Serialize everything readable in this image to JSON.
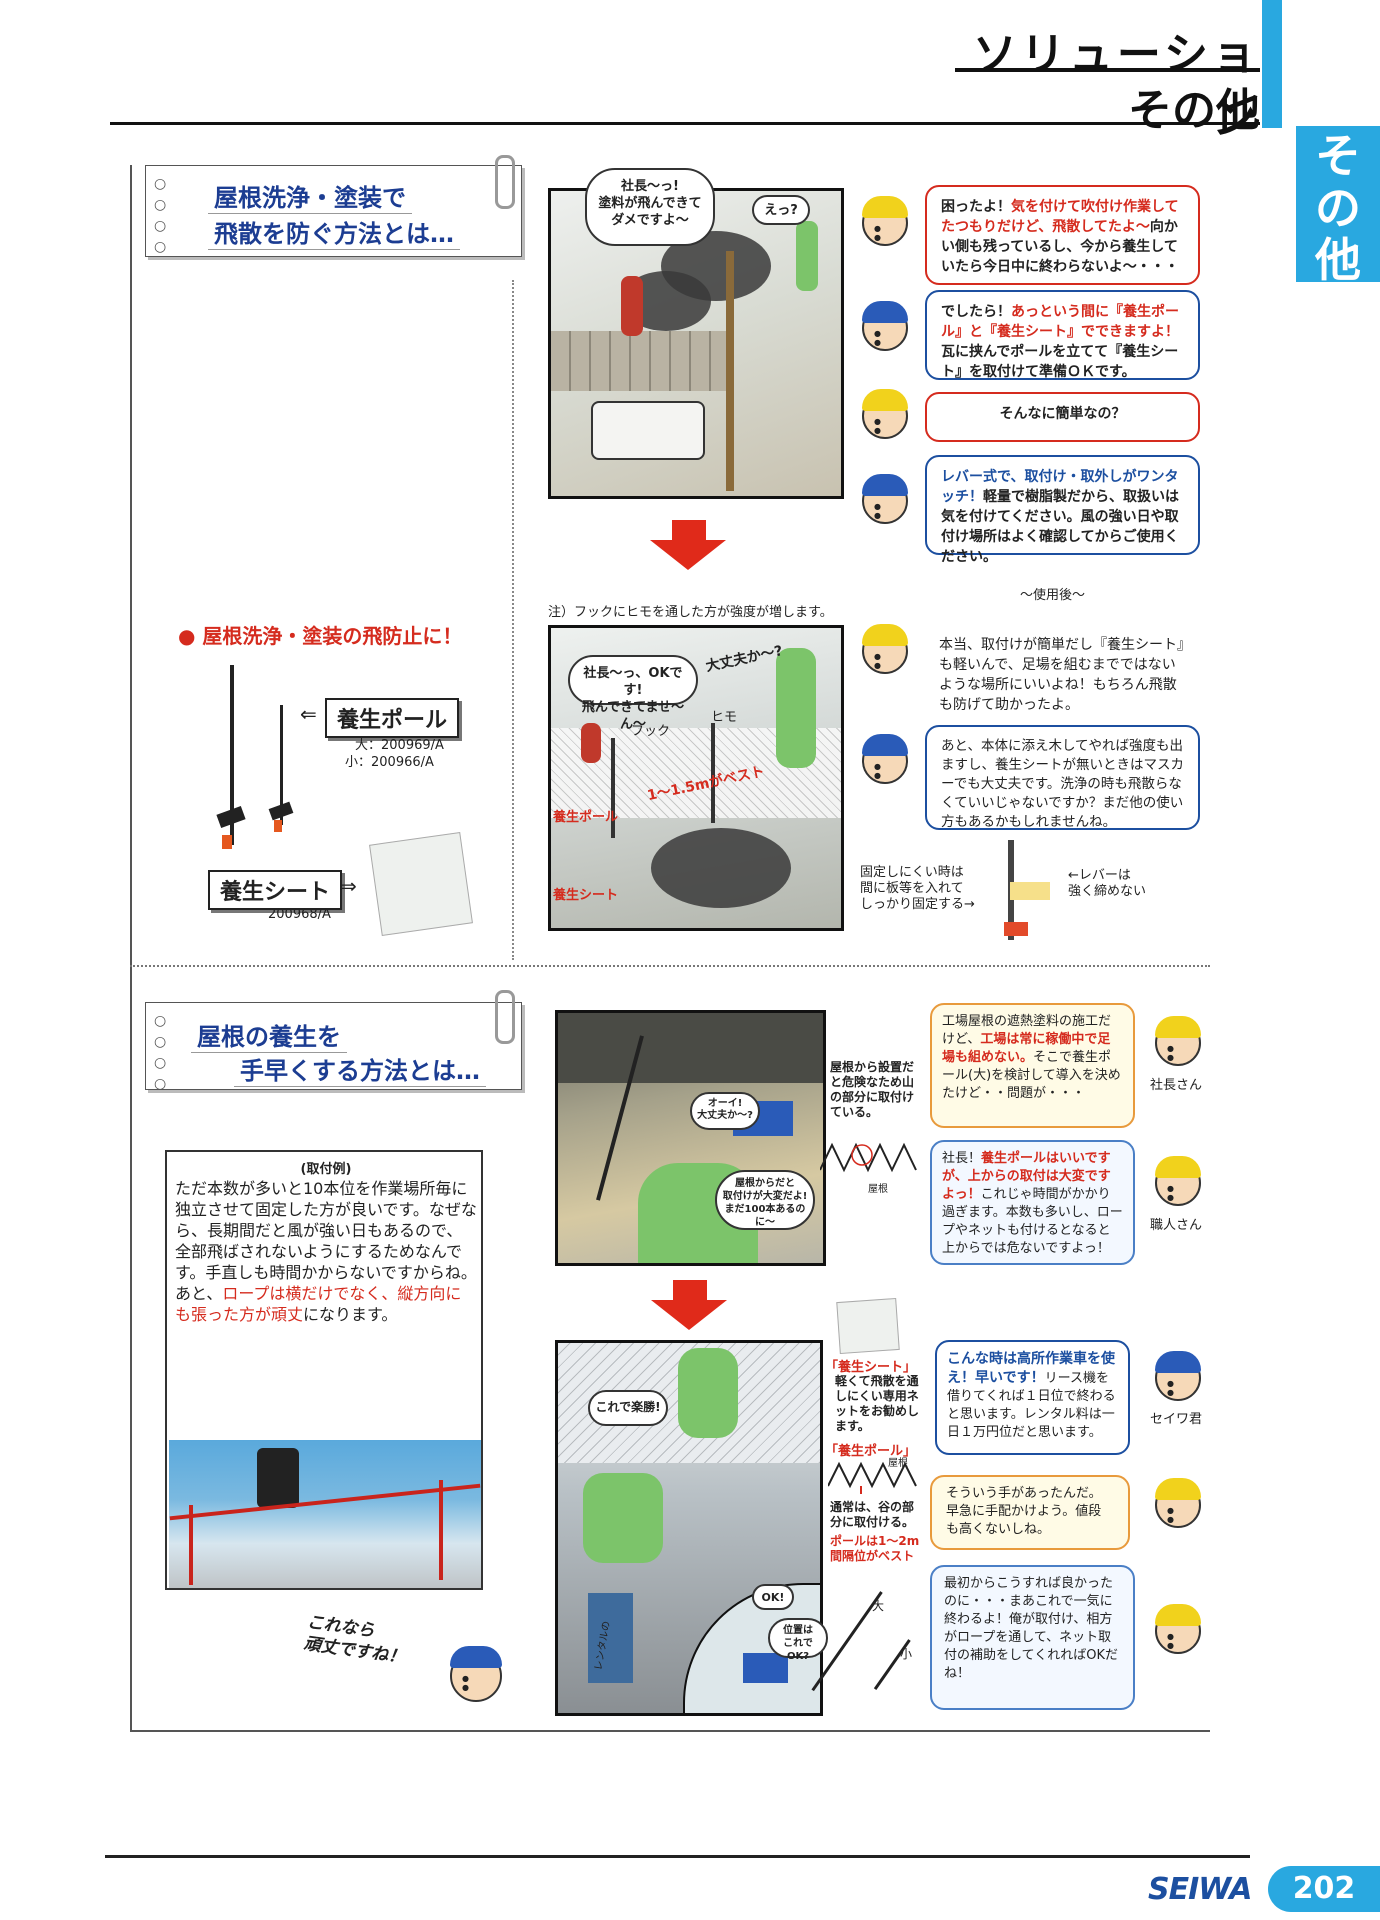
{
  "header": {
    "title": "ソリューション",
    "subtitle": "その他",
    "side_tab": "その他"
  },
  "section1": {
    "card_line1": "屋根洗浄・塗装で",
    "card_line2": "飛散を防ぐ方法とは…",
    "comic_bubble1": "社長〜っ!\n塗料が飛んできて\nダメですよ〜",
    "comic_bubble1_b": "えっ?",
    "note_hook": "注）フックにヒモを通した方が強度が増します。",
    "comic2_bubble": "社長〜っ、OKです!\n飛んできてませ〜ん〜",
    "comic2_bubble_b": "大丈夫か〜?",
    "comic2_himo": "ヒモ",
    "comic2_hook": "フック",
    "comic2_best": "1〜1.5mがベスト",
    "comic2_pole": "養生ポール",
    "comic2_sheet": "養生シート",
    "product_heading": "● 屋根洗浄・塗装の飛防止に！",
    "pole_label": "養生ポール",
    "pole_size_large": "大：200969/A",
    "pole_size_small": "小：200966/A",
    "sheet_label": "養生シート",
    "sheet_code": "200968/A",
    "arrow_left": "⇐",
    "arrow_right": "⇒",
    "after_label": "〜使用後〜",
    "lever_note_left": "固定しにくい時は\n間に板等を入れて\nしっかり固定する→",
    "lever_note_right": "←レバーは\n強く締めない",
    "dialog": [
      {
        "pre": "困ったよ！",
        "hl": "気を付けて吹付け作業してたつもりだけど、飛散してたよ〜",
        "post": "向かい側も残っているし、今から養生していたら今日中に終わらないよ〜・・・"
      },
      {
        "pre": "でしたら！",
        "hl": "あっという間に『養生ポール』と『養生シート』でできますよ！",
        "post": "瓦に挟んでポールを立てて『養生シート』を取付けて準備ＯＫです。"
      },
      {
        "pre": "",
        "hl": "",
        "post": "そんなに簡単なの？"
      },
      {
        "pre": "",
        "hl": "レバー式で、取付け・取外しがワンタッチ！",
        "post": "軽量で樹脂製だから、取扱いは気を付けてください。風の強い日や取付け場所はよく確認してからご使用ください。"
      },
      {
        "pre": "",
        "hl": "",
        "post": "本当、取付けが簡単だし『養生シート』も軽いんで、足場を組むまでではないような場所にいいよね！もちろん飛散も防げて助かったよ。"
      },
      {
        "pre": "",
        "hl": "",
        "post": "あと、本体に添え木してやれば強度も出ますし、養生シートが無いときはマスカーでも大丈夫です。洗浄の時も飛散らなくていいじゃないですか？まだ他の使い方もあるかもしれませんね。"
      }
    ]
  },
  "section2": {
    "card_line1": "屋根の養生を",
    "card_line2": "手早くする方法とは…",
    "example_title": "(取付例)",
    "example_text_1": "ただ本数が多いと10本位を作業場所毎に独立させて固定した方が良いです。なぜなら、長期間だと風が強い日もあるので、全部飛ばされないようにするためなんです。手直しも時間かからないですからね。あと、",
    "example_text_red": "ロープは横だけでなく、縦方向にも張った方が頑丈",
    "example_text_2": "になります。",
    "bottom_bubble": "これなら\n頑丈ですね！",
    "comic3_side_note": "屋根から設置だと危険なため山の部分に取付けている。",
    "comic3_yane": "屋根",
    "comic3_bubble1": "オーイ!\n大丈夫か〜?",
    "comic3_bubble2": "屋根からだと\n取付けが大変だよ!\nまだ100本あるのに〜",
    "comic4_bubble": "これで楽勝!",
    "comic4_sheet_title": "「養生シート」",
    "comic4_sheet_text": "軽くて飛散を通しにくい専用ネットをお勧めします。",
    "comic4_pole_title": "「養生ポール」",
    "comic4_yane": "屋根",
    "comic4_valley": "通常は、谷の部分に取付ける。",
    "comic4_best": "ポールは1〜2m間隔位がベスト",
    "comic4_ok": "OK!",
    "comic4_ichi": "位置は\nこれでOK?",
    "comic4_rental": "レンタルの",
    "comic4_dai": "大",
    "comic4_sho": "小",
    "speaker_shacho": "社長さん",
    "speaker_shokunin": "職人さん",
    "speaker_seiwa": "セイワ君",
    "dialog": [
      {
        "pre": "工場屋根の遮熱塗料の施工だけど、",
        "hl": "工場は常に稼働中で足場も組めない。",
        "post": "そこで養生ポール(大)を検討して導入を決めたけど・・問題が・・・"
      },
      {
        "pre": "社長！",
        "hl": "養生ポールはいいですが、上からの取付は大変ですよっ！",
        "post": "これじゃ時間がかかり過ぎます。本数も多いし、ロープやネットも付けるとなると上からでは危ないですよっ！"
      },
      {
        "pre": "",
        "hl": "こんな時は高所作業車を使え！早いです！",
        "post": "リース機を借りてくれば１日位で終わると思います。レンタル料は一日１万円位だと思います。"
      },
      {
        "pre": "",
        "hl": "",
        "post": "そういう手があったんだ。早急に手配かけよう。値段も高くないしね。"
      },
      {
        "pre": "",
        "hl": "",
        "post": "最初からこうすれば良かったのに・・・まあこれで一気に終わるよ！俺が取付け、相方がロープを通して、ネット取付の補助をしてくれればOKだね！"
      }
    ]
  },
  "footer": {
    "logo": "SEIWA",
    "page": "202"
  },
  "colors": {
    "accent": "#29a8e0",
    "red": "#d52b1e",
    "blue": "#1c4fa0"
  }
}
